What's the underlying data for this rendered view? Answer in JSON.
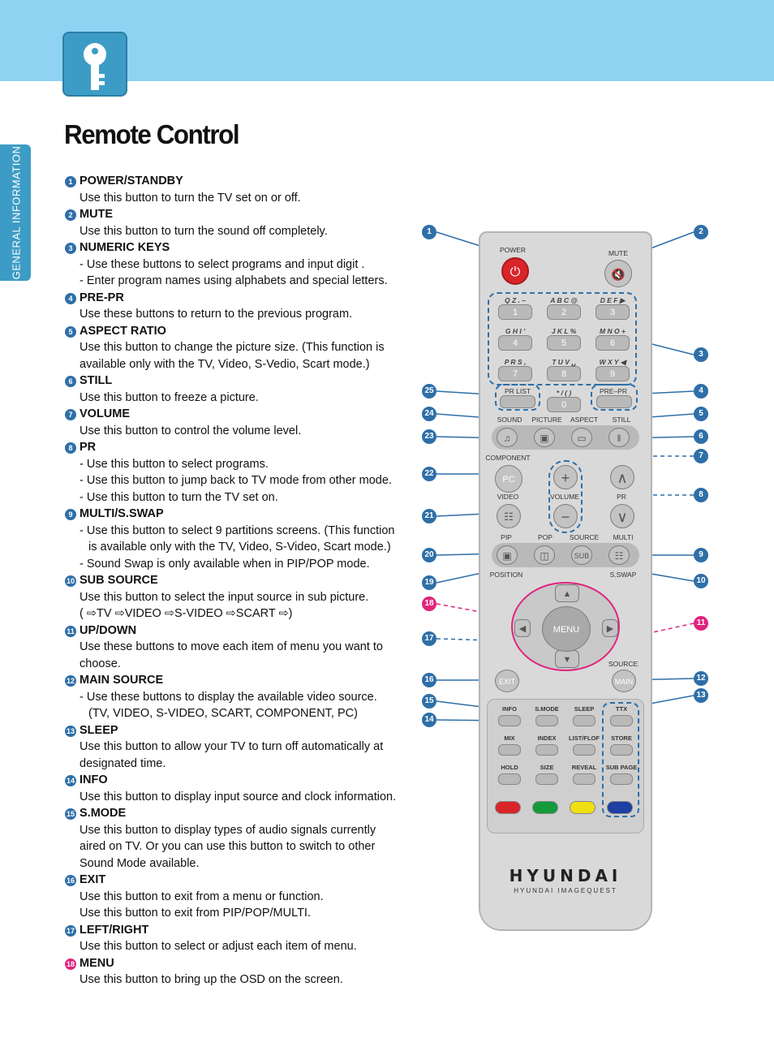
{
  "header": {
    "section_tab": "GENERAL INFORMATION",
    "title": "Remote Control"
  },
  "items": [
    {
      "num": "1",
      "title": "POWER/STANDBY",
      "lines": [
        "Use this button to turn the TV set on or off."
      ]
    },
    {
      "num": "2",
      "title": "MUTE",
      "lines": [
        "Use this button to turn the sound off completely."
      ]
    },
    {
      "num": "3",
      "title": "NUMERIC KEYS",
      "lines": [
        "- Use these buttons to select programs and input digit .",
        "- Enter program names using alphabets and special letters."
      ]
    },
    {
      "num": "4",
      "title": "PRE-PR",
      "lines": [
        "Use these buttons to return to the previous program."
      ]
    },
    {
      "num": "5",
      "title": "ASPECT RATIO",
      "lines": [
        "Use this button to change the picture size. (This function is",
        "available only with the TV, Video, S-Vedio, Scart mode.)"
      ]
    },
    {
      "num": "6",
      "title": "STILL",
      "lines": [
        "Use this button to freeze a picture."
      ]
    },
    {
      "num": "7",
      "title": "VOLUME",
      "lines": [
        "Use this button to control the volume level."
      ]
    },
    {
      "num": "8",
      "title": "PR",
      "lines": [
        "- Use this button to select programs.",
        "- Use this button to jump back to TV mode from other mode.",
        "- Use this button to turn the TV set on."
      ]
    },
    {
      "num": "9",
      "title": "MULTI/S.SWAP",
      "lines": [
        "- Use this button to select 9 partitions screens. (This function",
        "is available only with the TV, Video, S-Video, Scart mode.)",
        "- Sound Swap is only available when in PIP/POP mode."
      ],
      "indent": [
        1
      ]
    },
    {
      "num": "10",
      "title": "SUB SOURCE",
      "lines": [
        "Use this button to select the input source in sub picture.",
        "( ⇨TV ⇨VIDEO ⇨S-VIDEO ⇨SCART ⇨)"
      ]
    },
    {
      "num": "11",
      "title": "UP/DOWN",
      "lines": [
        "Use these buttons to move each item of menu you want to",
        "choose."
      ]
    },
    {
      "num": "12",
      "title": "MAIN SOURCE",
      "lines": [
        "- Use these buttons to display the available video source.",
        "(TV, VIDEO, S-VIDEO, SCART, COMPONENT, PC)"
      ],
      "indent": [
        1
      ]
    },
    {
      "num": "13",
      "title": "SLEEP",
      "lines": [
        "Use this button to allow your TV to turn off automatically at",
        "designated time."
      ]
    },
    {
      "num": "14",
      "title": "INFO",
      "lines": [
        "Use this button to display input source and clock information."
      ]
    },
    {
      "num": "15",
      "title": "S.MODE",
      "lines": [
        "Use this button to display types of audio signals currently",
        "aired on TV. Or you can use this button to switch to other",
        "Sound Mode available."
      ]
    },
    {
      "num": "16",
      "title": "EXIT",
      "lines": [
        "Use this button to exit from a menu or function.",
        "Use this button to exit from PIP/POP/MULTI."
      ]
    },
    {
      "num": "17",
      "title": "LEFT/RIGHT",
      "lines": [
        "Use this button to select or adjust each item of menu."
      ]
    },
    {
      "num": "18",
      "title": "MENU",
      "lines": [
        "Use this button to bring up the OSD on the screen."
      ],
      "pink": true
    }
  ],
  "remote": {
    "labels": {
      "power": "POWER",
      "mute": "MUTE",
      "pr_list": "PR LIST",
      "pre_pr": "PRE–PR",
      "sound": "SOUND",
      "picture": "PICTURE",
      "aspect": "ASPECT",
      "still": "STILL",
      "component": "COMPONENT",
      "pc": "PC",
      "video": "VIDEO",
      "volume": "VOLUME",
      "pr": "PR",
      "pip": "PIP",
      "pop": "POP",
      "source": "SOURCE",
      "multi": "MULTI",
      "sub": "SUB",
      "position": "POSITION",
      "sswap": "S.SWAP",
      "menu": "MENU",
      "exit": "EXIT",
      "source2": "SOURCE",
      "main": "MAIN",
      "info": "INFO",
      "smode": "S.MODE",
      "sleep": "SLEEP",
      "ttx": "TTX",
      "mix": "MIX",
      "index": "INDEX",
      "listflof": "LIST/FLOF",
      "store": "STORE",
      "hold": "HOLD",
      "size": "SIZE",
      "reveal": "REVEAL",
      "subpage": "SUB PAGE"
    },
    "digits": [
      {
        "d": "1",
        "l": "Q Z . –"
      },
      {
        "d": "2",
        "l": "A B C @"
      },
      {
        "d": "3",
        "l": "D E F ▶"
      },
      {
        "d": "4",
        "l": "G H I '"
      },
      {
        "d": "5",
        "l": "J K L %"
      },
      {
        "d": "6",
        "l": "M N O +"
      },
      {
        "d": "7",
        "l": "P R S ,"
      },
      {
        "d": "8",
        "l": "T U V ␣"
      },
      {
        "d": "9",
        "l": "W X Y ◀"
      },
      {
        "d": "0",
        "l": "* / ( )"
      }
    ],
    "brand": "HYUNDAI",
    "brand_sub": "HYUNDAI IMAGEQUEST"
  },
  "callouts": {
    "left": [
      "25",
      "24",
      "23",
      "22",
      "21",
      "20",
      "19",
      "18",
      "17",
      "16",
      "15",
      "14",
      "1"
    ],
    "right": [
      "2",
      "3",
      "4",
      "5",
      "6",
      "7",
      "8",
      "9",
      "10",
      "11",
      "12",
      "13"
    ]
  },
  "colors": {
    "accent": "#3d9cc5",
    "top_band": "#8fd2f2",
    "callout": "#2e6fa8",
    "callout_pink": "#e0247d",
    "power_red": "#d9252a",
    "color_keys": [
      "#d9252a",
      "#159a3c",
      "#f0e012",
      "#1e3fa3"
    ]
  }
}
